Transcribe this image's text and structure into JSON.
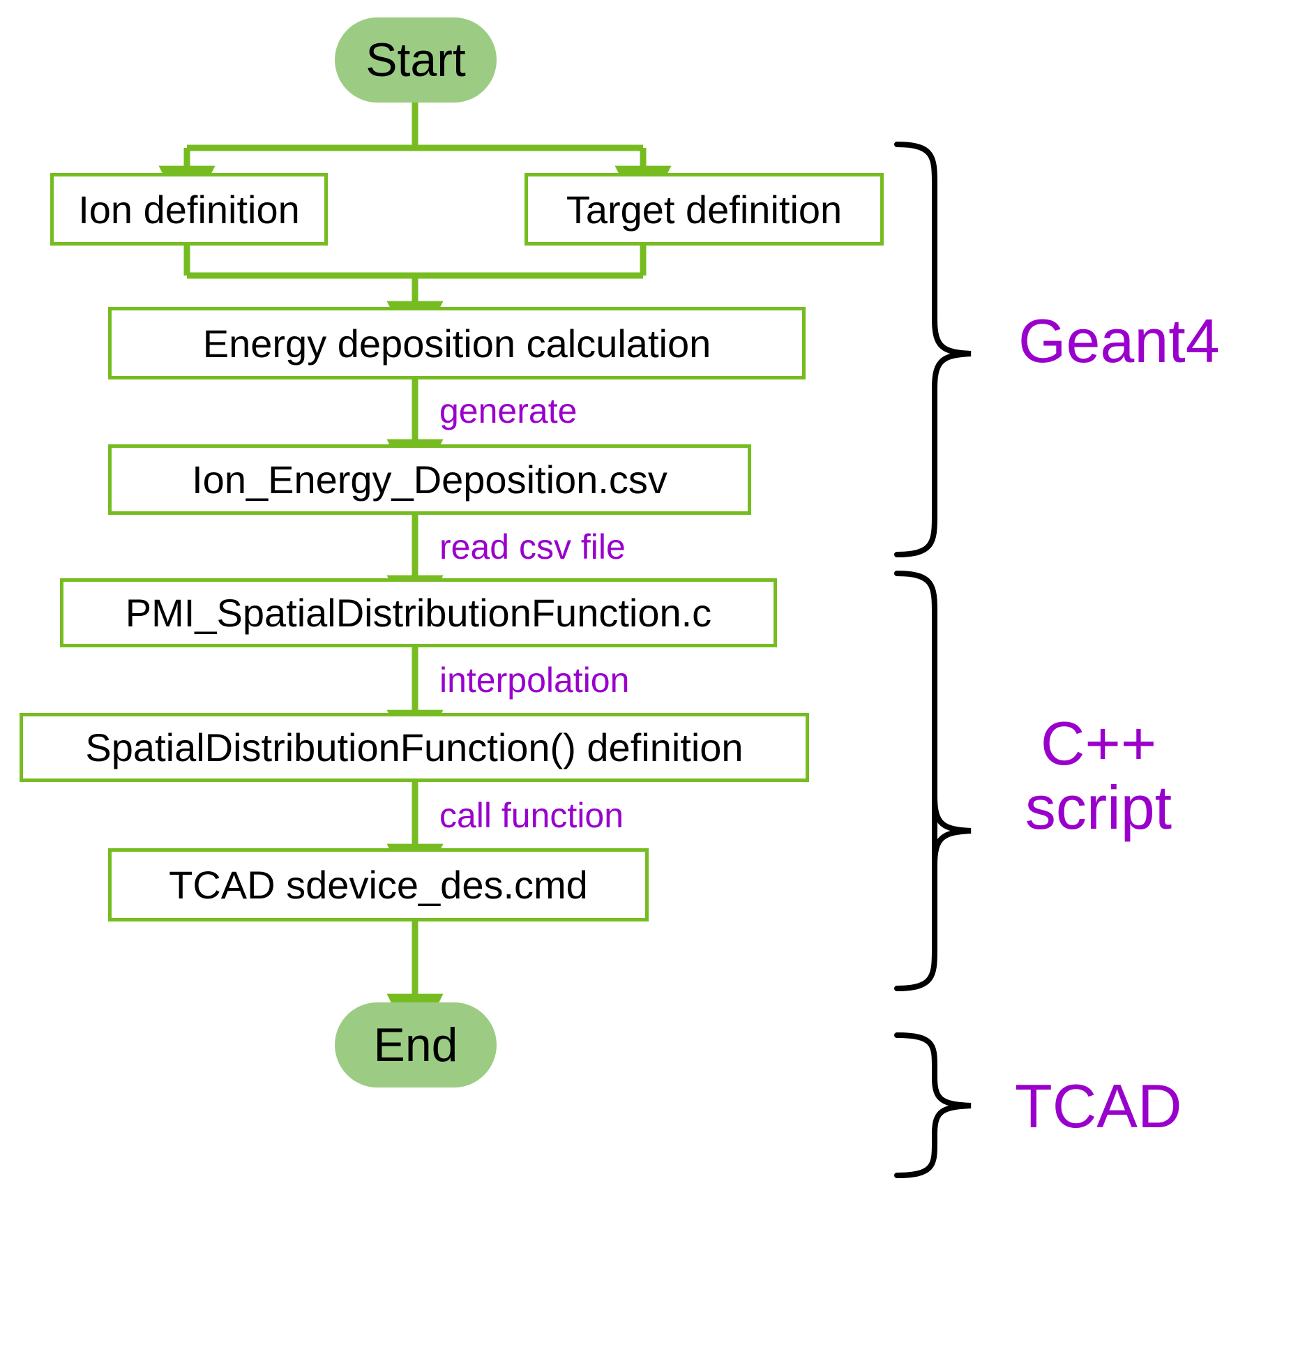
{
  "diagram": {
    "title": "Geant4 to TCAD simulation workflow flowchart",
    "colors": {
      "node_fill_terminal": "#9ccc84",
      "node_border": "#76bc21",
      "arrow": "#76bc21",
      "label_purple": "#9900cc",
      "brace": "#000000",
      "text": "#000000",
      "background": "#ffffff"
    },
    "nodes": [
      {
        "id": "start",
        "label": "Start",
        "shape": "rounded-terminal"
      },
      {
        "id": "ion_definition",
        "label": "Ion definition",
        "shape": "rectangle"
      },
      {
        "id": "target_definition",
        "label": "Target definition",
        "shape": "rectangle"
      },
      {
        "id": "energy_deposition_calculation",
        "label": "Energy deposition calculation",
        "shape": "rectangle"
      },
      {
        "id": "ion_energy_deposition_csv",
        "label": "Ion_Energy_Deposition.csv",
        "shape": "rectangle"
      },
      {
        "id": "pmi_spatial_distribution_function_c",
        "label": "PMI_SpatialDistributionFunction.c",
        "shape": "rectangle"
      },
      {
        "id": "spatial_distribution_function_definition",
        "label": "SpatialDistributionFunction() definition",
        "shape": "rectangle"
      },
      {
        "id": "tcad_sdevice_des_cmd",
        "label": "TCAD sdevice_des.cmd",
        "shape": "rectangle"
      },
      {
        "id": "end",
        "label": "End",
        "shape": "rounded-terminal"
      }
    ],
    "edge_labels": [
      {
        "id": "generate",
        "label": "generate"
      },
      {
        "id": "read_csv_file",
        "label": "read csv file"
      },
      {
        "id": "interpolation",
        "label": "interpolation"
      },
      {
        "id": "call_function",
        "label": "call function"
      }
    ],
    "groups": [
      {
        "id": "geant4",
        "label": "Geant4",
        "spans": [
          "ion_definition",
          "target_definition",
          "energy_deposition_calculation",
          "ion_energy_deposition_csv"
        ]
      },
      {
        "id": "cpp_script",
        "label_line1": "C++",
        "label_line2": "script",
        "spans": [
          "pmi_spatial_distribution_function_c",
          "spatial_distribution_function_definition"
        ]
      },
      {
        "id": "tcad",
        "label": "TCAD",
        "spans": [
          "tcad_sdevice_des_cmd"
        ]
      }
    ]
  }
}
